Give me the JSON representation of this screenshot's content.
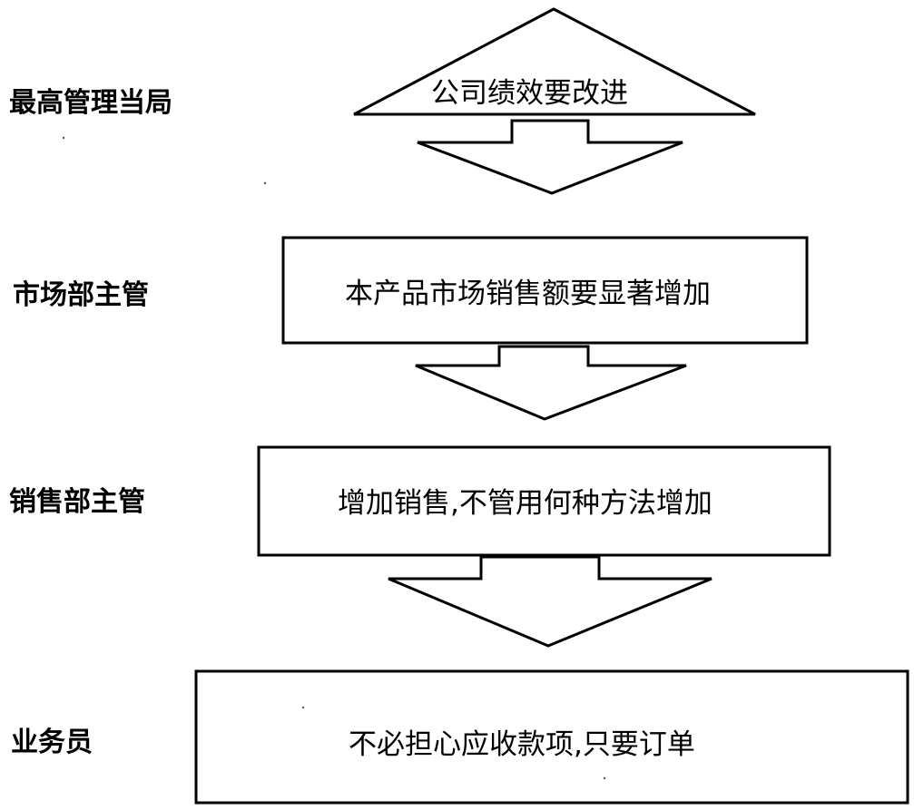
{
  "levels": [
    {
      "role": "最高管理当局",
      "message": "公司绩效要改进"
    },
    {
      "role": "市场部主管",
      "message": "本产品市场销售额要显著增加"
    },
    {
      "role": "销售部主管",
      "message": "增加销售,不管用何种方法增加"
    },
    {
      "role": "业务员",
      "message": "不必担心应收款项,只要订单"
    }
  ]
}
